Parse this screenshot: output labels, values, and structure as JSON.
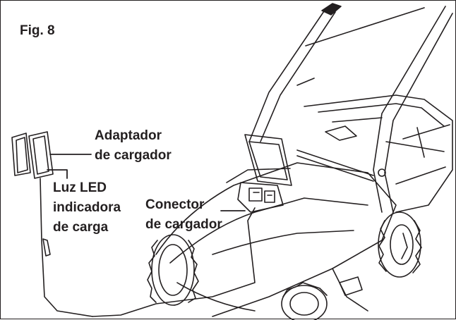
{
  "figure": {
    "label": "Fig. 8",
    "callouts": {
      "adapter": [
        "Adaptador",
        "de cargador"
      ],
      "led": [
        "Luz LED",
        "indicadora",
        "de carga"
      ],
      "connector": [
        "Conector",
        "de cargador"
      ]
    }
  },
  "colors": {
    "ink": "#231f20",
    "background": "#ffffff"
  }
}
